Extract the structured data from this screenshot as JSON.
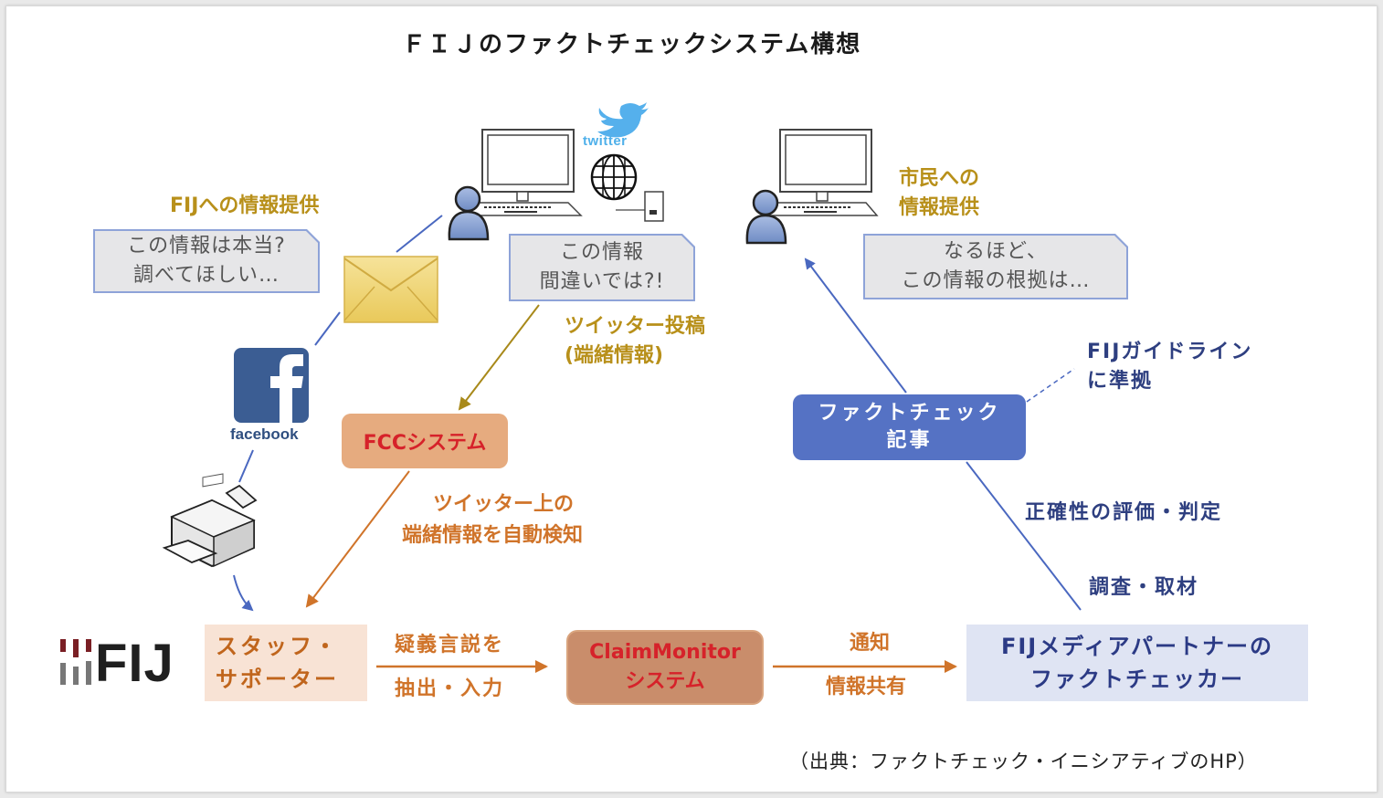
{
  "title": "ＦＩＪのファクトチェックシステム構想",
  "labels": {
    "fij_info_provision": "FIJへの情報提供",
    "citizen_info_line1": "市民への",
    "citizen_info_line2": "情報提供",
    "twitter_post_line1": "ツイッター投稿",
    "twitter_post_line2": "(端緒情報)",
    "auto_detect_line1": "ツイッター上の",
    "auto_detect_line2": "端緒情報を自動検知",
    "guideline_line1": "FIJガイドライン",
    "guideline_line2": "に準拠",
    "accuracy_eval": "正確性の評価・判定",
    "investigation": "調査・取材",
    "extract_line1": "疑義言説を",
    "extract_line2": "抽出・入力",
    "notify_line1": "通知",
    "notify_line2": "情報共有"
  },
  "bubbles": {
    "left_line1": "この情報は本当?",
    "left_line2": "調べてほしい…",
    "center_line1": "この情報",
    "center_line2": "間違いでは?!",
    "right_line1": "なるほど、",
    "right_line2": "この情報の根拠は…"
  },
  "boxes": {
    "fcc_system": "FCCシステム",
    "claimmonitor_line1": "ClaimMonitor",
    "claimmonitor_line2": "システム",
    "staff_line1": "スタッフ・",
    "staff_line2": "サポーター",
    "partner_line1": "FIJメディアパートナーの",
    "partner_line2": "ファクトチェッカー",
    "article_line1": "ファクトチェック",
    "article_line2": "記事"
  },
  "logos": {
    "fij": "FIJ",
    "facebook": "facebook",
    "twitter": "twitter"
  },
  "source": "（出典：ファクトチェック・イニシアティブのHP）",
  "colors": {
    "gold": "#b8901a",
    "orange": "#d0742a",
    "navy": "#2e3f80",
    "blue_line": "#4a68c0",
    "fcc_fill": "#e6ab7f",
    "claim_fill": "#c98d6b",
    "article_fill": "#5572c4",
    "red_text": "#d6222a"
  }
}
